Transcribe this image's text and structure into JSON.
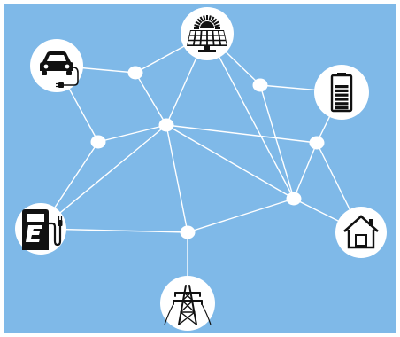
{
  "diagram": {
    "background_color": "#7fb9e8",
    "line_color": "#ffffff",
    "icon_color": "#111111",
    "nodes": [
      {
        "id": "solar-panel",
        "icon": "solar-panel-icon",
        "kind": "icon"
      },
      {
        "id": "electric-car",
        "icon": "electric-car-icon",
        "kind": "icon"
      },
      {
        "id": "battery",
        "icon": "battery-icon",
        "kind": "icon"
      },
      {
        "id": "charging-station",
        "icon": "charging-station-icon",
        "kind": "icon"
      },
      {
        "id": "house",
        "icon": "house-icon",
        "kind": "icon"
      },
      {
        "id": "power-pylon",
        "icon": "power-pylon-icon",
        "kind": "icon"
      },
      {
        "id": "hub-top",
        "kind": "junction"
      },
      {
        "id": "hub-center",
        "kind": "junction"
      },
      {
        "id": "hub-left",
        "kind": "junction"
      },
      {
        "id": "hub-upper-right",
        "kind": "junction"
      },
      {
        "id": "hub-right",
        "kind": "junction"
      },
      {
        "id": "hub-lower-right",
        "kind": "junction"
      },
      {
        "id": "hub-bottom",
        "kind": "junction"
      }
    ],
    "edges": [
      [
        "electric-car",
        "hub-top"
      ],
      [
        "electric-car",
        "hub-left"
      ],
      [
        "hub-top",
        "solar-panel"
      ],
      [
        "hub-top",
        "hub-center"
      ],
      [
        "solar-panel",
        "hub-center"
      ],
      [
        "solar-panel",
        "hub-upper-right"
      ],
      [
        "solar-panel",
        "hub-lower-right"
      ],
      [
        "hub-upper-right",
        "battery"
      ],
      [
        "hub-upper-right",
        "hub-lower-right"
      ],
      [
        "battery",
        "hub-right"
      ],
      [
        "hub-center",
        "hub-right"
      ],
      [
        "hub-center",
        "hub-left"
      ],
      [
        "hub-center",
        "hub-lower-right"
      ],
      [
        "hub-center",
        "hub-bottom"
      ],
      [
        "hub-center",
        "charging-station"
      ],
      [
        "hub-left",
        "charging-station"
      ],
      [
        "hub-right",
        "hub-lower-right"
      ],
      [
        "hub-right",
        "house"
      ],
      [
        "hub-lower-right",
        "house"
      ],
      [
        "hub-lower-right",
        "hub-bottom"
      ],
      [
        "charging-station",
        "hub-bottom"
      ],
      [
        "hub-bottom",
        "power-pylon"
      ]
    ]
  }
}
